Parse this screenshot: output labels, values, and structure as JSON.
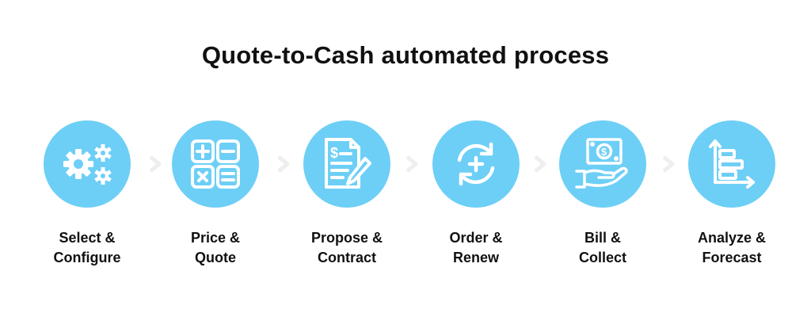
{
  "title": "Quote-to-Cash automated process",
  "colors": {
    "circle": "#6dcff6",
    "icon": "#ffffff",
    "arrow": "#eeeeee",
    "text": "#111111"
  },
  "steps": [
    {
      "label": "Select &\nConfigure",
      "icon": "gears-icon"
    },
    {
      "label": "Price &\nQuote",
      "icon": "calculator-icon"
    },
    {
      "label": "Propose &\nContract",
      "icon": "contract-icon"
    },
    {
      "label": "Order &\nRenew",
      "icon": "renew-icon"
    },
    {
      "label": "Bill &\nCollect",
      "icon": "payment-icon"
    },
    {
      "label": "Analyze &\nForecast",
      "icon": "bar-chart-icon"
    }
  ]
}
